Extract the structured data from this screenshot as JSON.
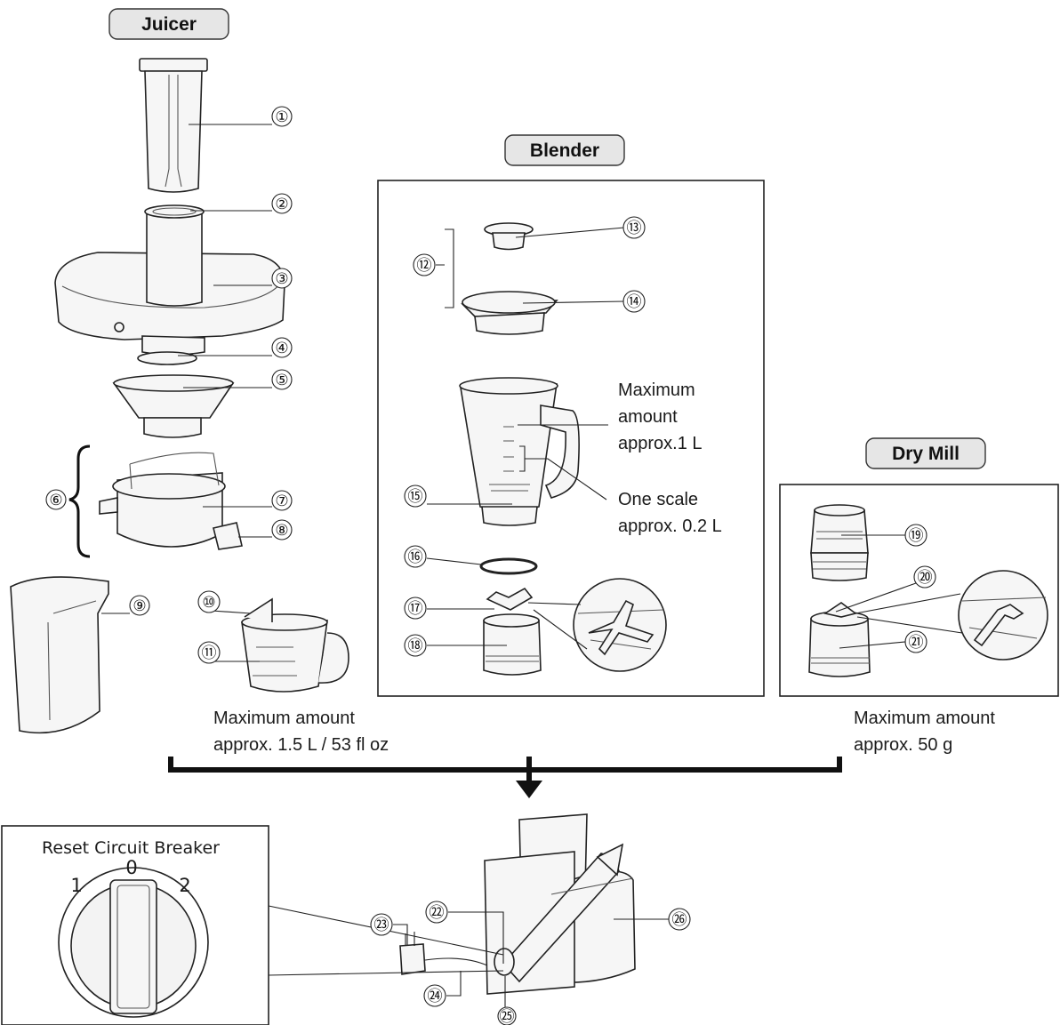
{
  "sections": {
    "juicer": "Juicer",
    "blender": "Blender",
    "dry_mill": "Dry Mill"
  },
  "part_numbers": [
    "①",
    "②",
    "③",
    "④",
    "⑤",
    "⑥",
    "⑦",
    "⑧",
    "⑨",
    "⑩",
    "⑪",
    "⑫",
    "⑬",
    "⑭",
    "⑮",
    "⑯",
    "⑰",
    "⑱",
    "⑲",
    "⑳",
    "㉑",
    "㉒",
    "㉓",
    "㉔",
    "㉕",
    "㉖"
  ],
  "notes": {
    "blender_max": [
      "Maximum",
      "amount",
      "approx.1 L"
    ],
    "blender_scale": [
      "One scale",
      "approx. 0.2 L"
    ],
    "juicer_max": [
      "Maximum amount",
      "approx. 1.5 L / 53 fl oz"
    ],
    "mill_max": [
      "Maximum amount",
      "approx. 50 g"
    ]
  },
  "dial": {
    "title": "Reset Circuit Breaker",
    "positions": [
      "0",
      "1",
      "2"
    ]
  }
}
